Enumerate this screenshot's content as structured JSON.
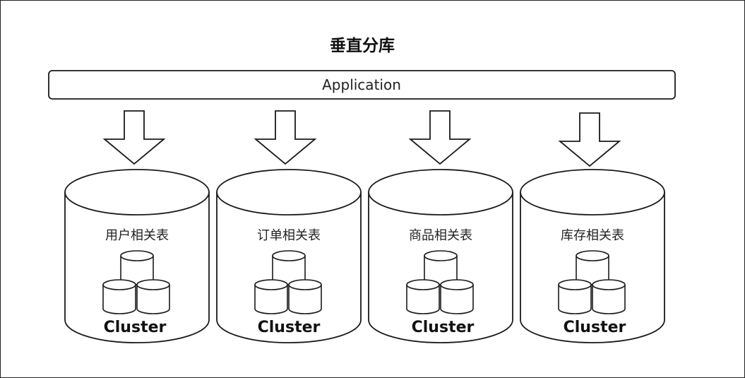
{
  "title": "垂直分库",
  "application": {
    "label": "Application"
  },
  "databases": [
    {
      "table_label": "用户相关表",
      "cluster_label": "Cluster"
    },
    {
      "table_label": "订单相关表",
      "cluster_label": "Cluster"
    },
    {
      "table_label": "商品相关表",
      "cluster_label": "Cluster"
    },
    {
      "table_label": "库存相关表",
      "cluster_label": "Cluster"
    }
  ],
  "colors": {
    "stroke": "#1a1a1a",
    "fill": "#ffffff",
    "border": "#222222"
  }
}
